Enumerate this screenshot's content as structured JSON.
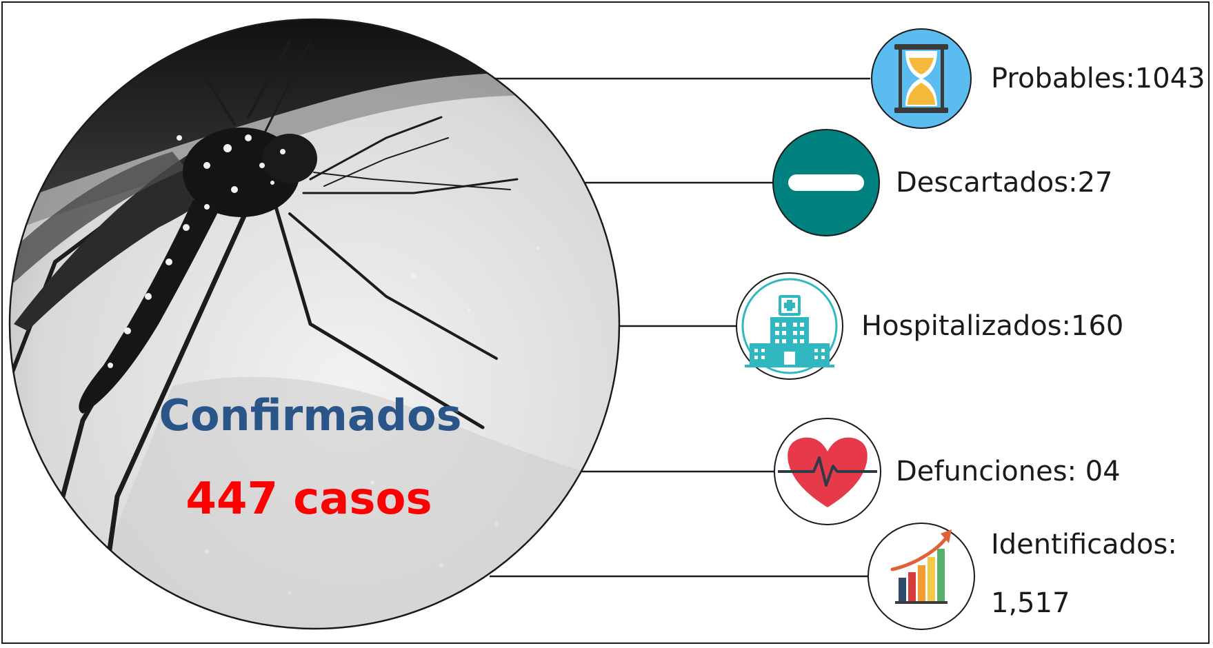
{
  "main": {
    "title": "Confirmados",
    "count": "447 casos",
    "title_color": "#2a5588",
    "count_color": "#ff0000"
  },
  "items": [
    {
      "text": "Probables:1043",
      "icon": "hourglass-icon"
    },
    {
      "text": "Descartados:27",
      "icon": "minus-circle-icon"
    },
    {
      "text": "Hospitalizados:160",
      "icon": "hospital-icon"
    },
    {
      "text": "Defunciones: 04",
      "icon": "heart-pulse-icon"
    },
    {
      "text_line1": "Identificados:",
      "text_line2": "1,517",
      "icon": "growth-chart-icon"
    }
  ],
  "colors": {
    "hourglass_bg": "#5bbcef",
    "minus_bg": "#00807e",
    "hospital": "#2fb8bf",
    "heart": "#e63a4a"
  }
}
